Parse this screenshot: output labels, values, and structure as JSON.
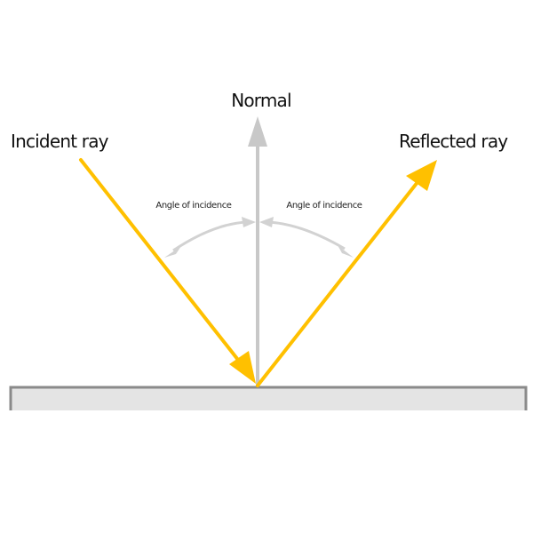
{
  "labels": {
    "normal": "Normal",
    "incident_ray": "Incident ray",
    "reflected_ray": "Reflected ray",
    "angle_left": "Angle of incidence",
    "angle_right": "Angle of incidence"
  },
  "colors": {
    "ray": "#ffc000",
    "normal_line": "#c8c8c8",
    "angle_arc": "#d2d2d2",
    "surface_fill": "#e4e4e4",
    "surface_stroke": "#8a8a8a"
  }
}
